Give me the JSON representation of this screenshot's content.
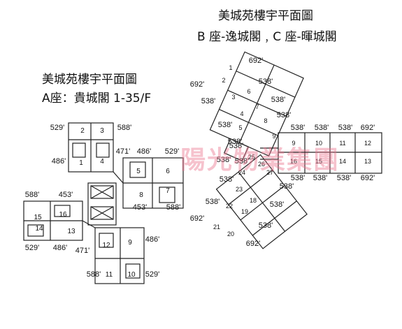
{
  "titles": {
    "b_line1": "美城苑樓宇平面圖",
    "b_line2": "B 座-逸城閣﹐C 座-暉城閣",
    "a_line1": "美城苑樓宇平面圖",
    "a_line2": "A座：貴城閣 1-35/F"
  },
  "watermark": "陽光物業集團",
  "block_a": {
    "units": [
      "1",
      "2",
      "3",
      "4",
      "5",
      "6",
      "7",
      "8",
      "9",
      "10",
      "11",
      "12",
      "13",
      "14",
      "15",
      "16"
    ],
    "areas": [
      "529'",
      "588'",
      "486'",
      "471'",
      "486'",
      "529'",
      "588'",
      "453'",
      "453'",
      "588'",
      "529'",
      "486'",
      "471'",
      "486'",
      "588'",
      "529'"
    ]
  },
  "block_b": {
    "units": [
      "1",
      "2",
      "3",
      "4",
      "5",
      "6",
      "7",
      "8",
      "9",
      "18",
      "19",
      "20",
      "21",
      "22",
      "23",
      "24",
      "25",
      "26",
      "27"
    ],
    "areas": [
      "692'",
      "692'",
      "538'",
      "538'",
      "538'",
      "538'",
      "538'",
      "538'",
      "538'",
      "538'",
      "538'",
      "538'",
      "538'",
      "538'",
      "538'",
      "538'",
      "692'",
      "692'"
    ]
  },
  "block_c": {
    "units": [
      "9",
      "10",
      "11",
      "12",
      "13",
      "14",
      "15",
      "16"
    ],
    "areas": [
      "538'",
      "538'",
      "538'",
      "692'",
      "538'",
      "538'",
      "538'",
      "692'"
    ]
  }
}
